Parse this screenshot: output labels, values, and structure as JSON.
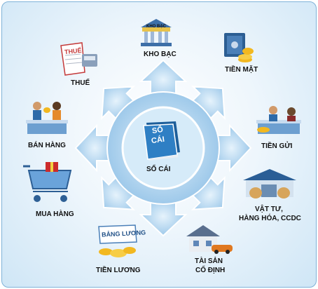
{
  "center": {
    "book_text_line1": "SỔ",
    "book_text_line2": "CÁI",
    "label": "SỔ CÁI"
  },
  "nodes": {
    "kho_bac": {
      "label": "KHO BẠC",
      "sign": "KHO BẠC"
    },
    "tien_mat": {
      "label": "TIỀN MẶT"
    },
    "tien_gui": {
      "label": "TIỀN GỬI"
    },
    "vat_tu": {
      "label_line1": "VẬT TƯ,",
      "label_line2": "HÀNG HÓA, CCDC"
    },
    "tai_san": {
      "label_line1": "TÀI SẢN",
      "label_line2": "CỐ ĐỊNH"
    },
    "tien_luong": {
      "label": "TIỀN LƯƠNG",
      "sign": "BẢNG LƯƠNG"
    },
    "mua_hang": {
      "label": "MUA HÀNG"
    },
    "ban_hang": {
      "label": "BÁN HÀNG"
    },
    "thue": {
      "label": "THUẾ",
      "sign": "THUẾ"
    }
  },
  "colors": {
    "gear": "#a9d1ee",
    "gear_inner": "#d6ebf9",
    "book": "#2f7fc4",
    "coin": "#f2b820"
  }
}
